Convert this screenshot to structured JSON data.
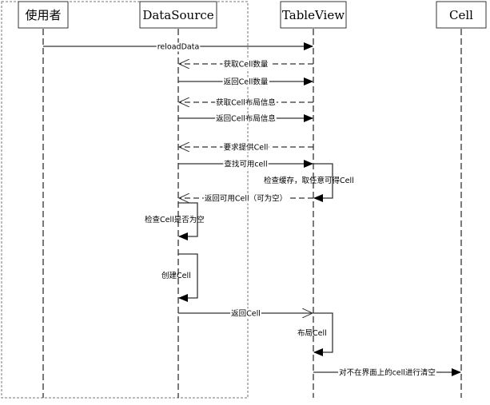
{
  "diagram": {
    "type": "sequence",
    "group_box": {
      "label": "",
      "covers": [
        "user",
        "datasource"
      ]
    },
    "actors": [
      {
        "id": "user",
        "label": "使用者"
      },
      {
        "id": "datasource",
        "label": "DataSource"
      },
      {
        "id": "tableview",
        "label": "TableView"
      },
      {
        "id": "cell",
        "label": "Cell"
      }
    ],
    "messages": [
      {
        "from": "user",
        "to": "tableview",
        "label": "reloadData",
        "style": "solid",
        "arrow": "filled"
      },
      {
        "from": "tableview",
        "to": "datasource",
        "label": "获取Cell数量",
        "style": "dashed",
        "arrow": "open"
      },
      {
        "from": "datasource",
        "to": "tableview",
        "label": "返回Cell数量",
        "style": "solid",
        "arrow": "filled"
      },
      {
        "from": "tableview",
        "to": "datasource",
        "label": "获取Cell布局信息",
        "style": "dashed",
        "arrow": "open"
      },
      {
        "from": "datasource",
        "to": "tableview",
        "label": "返回Cell布局信息",
        "style": "solid",
        "arrow": "filled"
      },
      {
        "from": "tableview",
        "to": "datasource",
        "label": "要求提供Cell",
        "style": "dashed",
        "arrow": "open"
      },
      {
        "from": "datasource",
        "to": "tableview",
        "label": "查找可用cell",
        "style": "solid",
        "arrow": "filled"
      },
      {
        "from": "tableview",
        "to": "tableview",
        "label": "检查缓存，取任意可得Cell",
        "style": "self",
        "arrow": "filled"
      },
      {
        "from": "tableview",
        "to": "datasource",
        "label": "返回可用Cell（可为空）",
        "style": "dashed",
        "arrow": "open"
      },
      {
        "from": "datasource",
        "to": "datasource",
        "label": "检查Cell是否为空",
        "style": "self",
        "arrow": "filled"
      },
      {
        "from": "datasource",
        "to": "datasource",
        "label": "创建Cell",
        "style": "self",
        "arrow": "filled"
      },
      {
        "from": "datasource",
        "to": "tableview",
        "label": "返回Cell",
        "style": "solid",
        "arrow": "open"
      },
      {
        "from": "tableview",
        "to": "tableview",
        "label": "布局Cell",
        "style": "self",
        "arrow": "filled"
      },
      {
        "from": "tableview",
        "to": "cell",
        "label": "对不在界面上的cell进行清空",
        "style": "solid",
        "arrow": "filled"
      }
    ]
  }
}
